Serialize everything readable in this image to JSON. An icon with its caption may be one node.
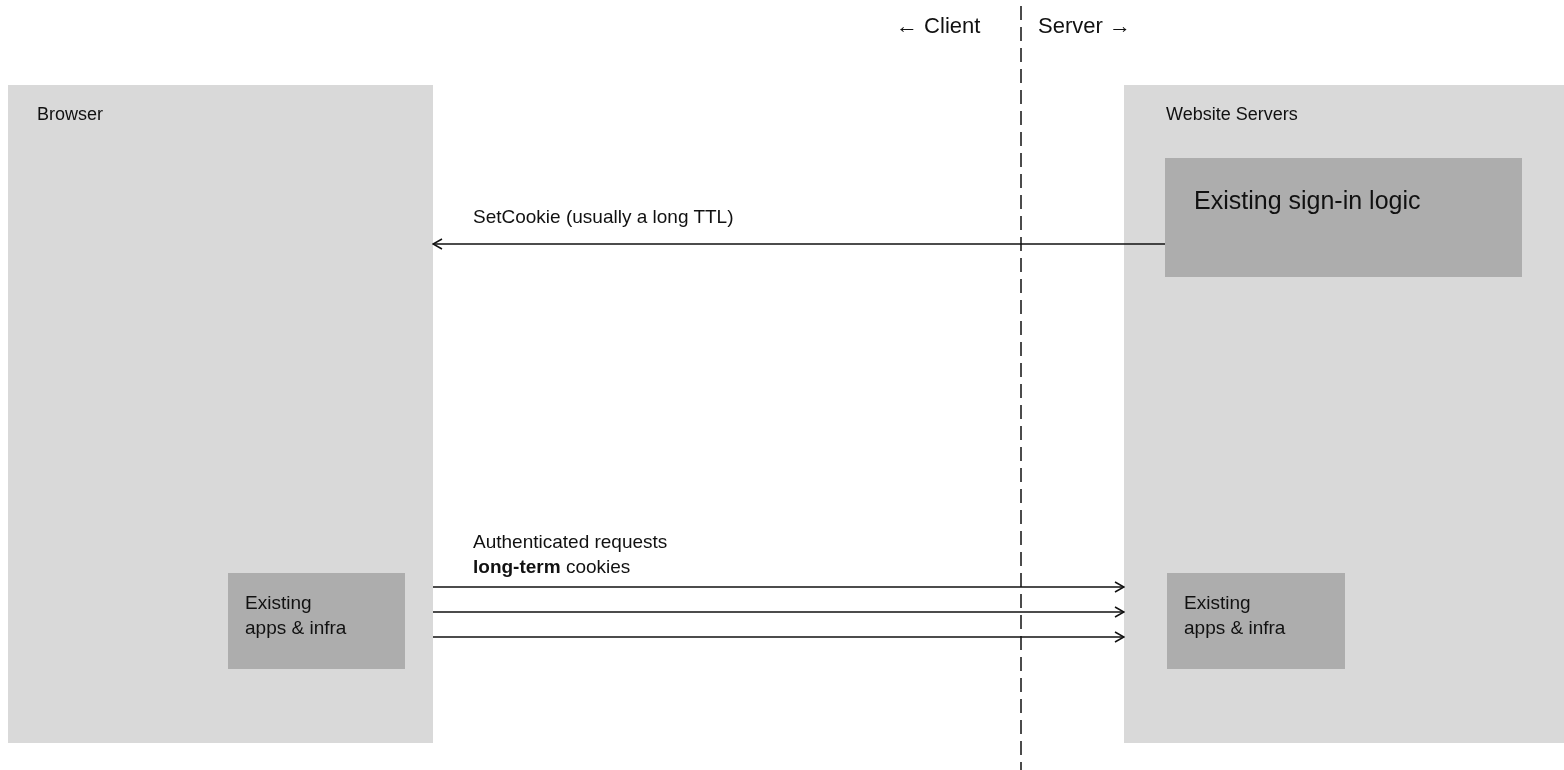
{
  "diagram": {
    "nodes": [
      {
        "text": [
          "Browser"
        ]
      },
      {
        "text": [
          "Existing apps & infra"
        ],
        "in": 0
      },
      {
        "text": [
          "Website Servers"
        ]
      },
      {
        "text": [
          "Existing sign-in logic"
        ],
        "in": 2
      },
      {
        "text": [
          "Existing apps & infra"
        ],
        "in": 2
      }
    ],
    "edges": [
      {
        "from": 3,
        "to": 0,
        "arrow": "to",
        "label": "SetCookie (usually a long TTL)"
      },
      {
        "from": 0,
        "to": 2,
        "arrow": "to",
        "label": "Authenticated requests **long-term** cookies"
      },
      {
        "from": 0,
        "to": 2,
        "arrow": "to"
      },
      {
        "from": 0,
        "to": 2,
        "arrow": "to"
      }
    ],
    "labels": [
      "← Client",
      "Server →"
    ]
  }
}
